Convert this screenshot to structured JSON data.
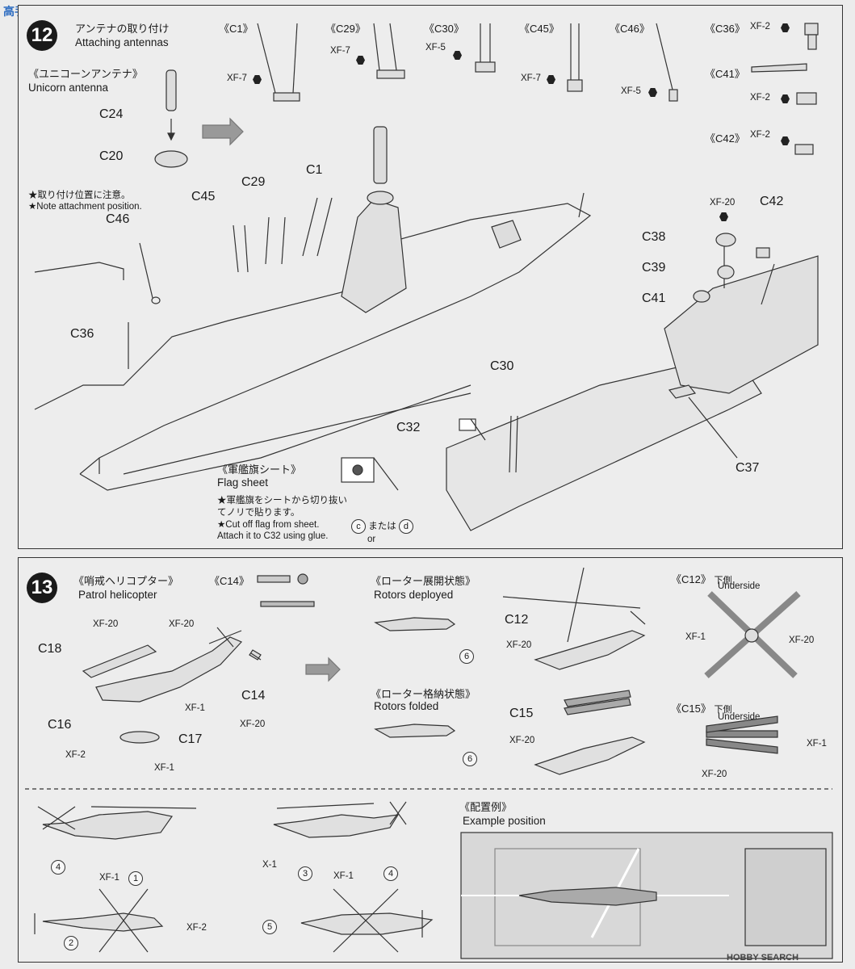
{
  "logo_text": "高手网",
  "step12": {
    "number": "12",
    "title_jp": "アンテナの取り付け",
    "title_en": "Attaching antennas",
    "unicorn_jp": "《ユニコーンアンテナ》",
    "unicorn_en": "Unicorn antenna",
    "note_jp": "★取り付け位置に注意。",
    "note_en": "★Note attachment position.",
    "flag_jp": "《軍艦旗シート》",
    "flag_en": "Flag sheet",
    "flag_note_jp": "★軍艦旗をシートから切り抜いてノリで貼ります。",
    "flag_note_en1": "★Cut off flag from sheet.",
    "flag_note_en2": "Attach it to C32 using glue.",
    "or_jp": "または",
    "or_en": "or",
    "circ_c": "c",
    "circ_d": "d",
    "part_headers": [
      "《C1》",
      "《C29》",
      "《C30》",
      "《C45》",
      "《C46》",
      "《C36》",
      "《C41》",
      "《C42》"
    ],
    "paints": {
      "c1": "XF-7",
      "c29": "XF-7",
      "c30": "XF-5",
      "c45": "XF-7",
      "c46": "XF-5",
      "c36": "XF-2",
      "c41": "XF-2",
      "c42": "XF-2",
      "c38": "XF-20"
    },
    "labels": {
      "c24": "C24",
      "c20": "C20",
      "c46": "C46",
      "c45": "C45",
      "c29": "C29",
      "c1": "C1",
      "c36": "C36",
      "c42": "C42",
      "c38": "C38",
      "c39": "C39",
      "c41": "C41",
      "c30": "C30",
      "c32": "C32",
      "c37": "C37"
    }
  },
  "step13": {
    "number": "13",
    "title_jp": "《哨戒ヘリコプター》",
    "title_en": "Patrol helicopter",
    "c14_header": "《C14》",
    "deployed_jp": "《ローター展開状態》",
    "deployed_en": "Rotors deployed",
    "folded_jp": "《ローター格納状態》",
    "folded_en": "Rotors folded",
    "c12_header": "《C12》",
    "c15_header": "《C15》",
    "underside_jp": "下側",
    "underside_en": "Underside",
    "example_jp": "《配置例》",
    "example_en": "Example position",
    "labels": {
      "c18": "C18",
      "c16": "C16",
      "c17": "C17",
      "c14": "C14",
      "c12": "C12",
      "c15": "C15"
    },
    "paints": {
      "xf20a": "XF-20",
      "xf20b": "XF-20",
      "xf1a": "XF-1",
      "xf2a": "XF-2",
      "xf1b": "XF-1",
      "c14p": "XF-20",
      "c12p": "XF-20",
      "c15p": "XF-20",
      "c12l": "XF-1",
      "c12r": "XF-20",
      "c15r": "XF-1",
      "c15b": "XF-20",
      "v1a": "XF-1",
      "v2a": "X-1",
      "v2b": "XF-1",
      "v3a": "XF-2"
    },
    "circles": {
      "d6a": "6",
      "d6b": "6",
      "v4a": "4",
      "v1": "1",
      "v3": "3",
      "v4b": "4",
      "v2": "2",
      "v5": "5"
    }
  },
  "watermark": "HOBBY SEARCH"
}
